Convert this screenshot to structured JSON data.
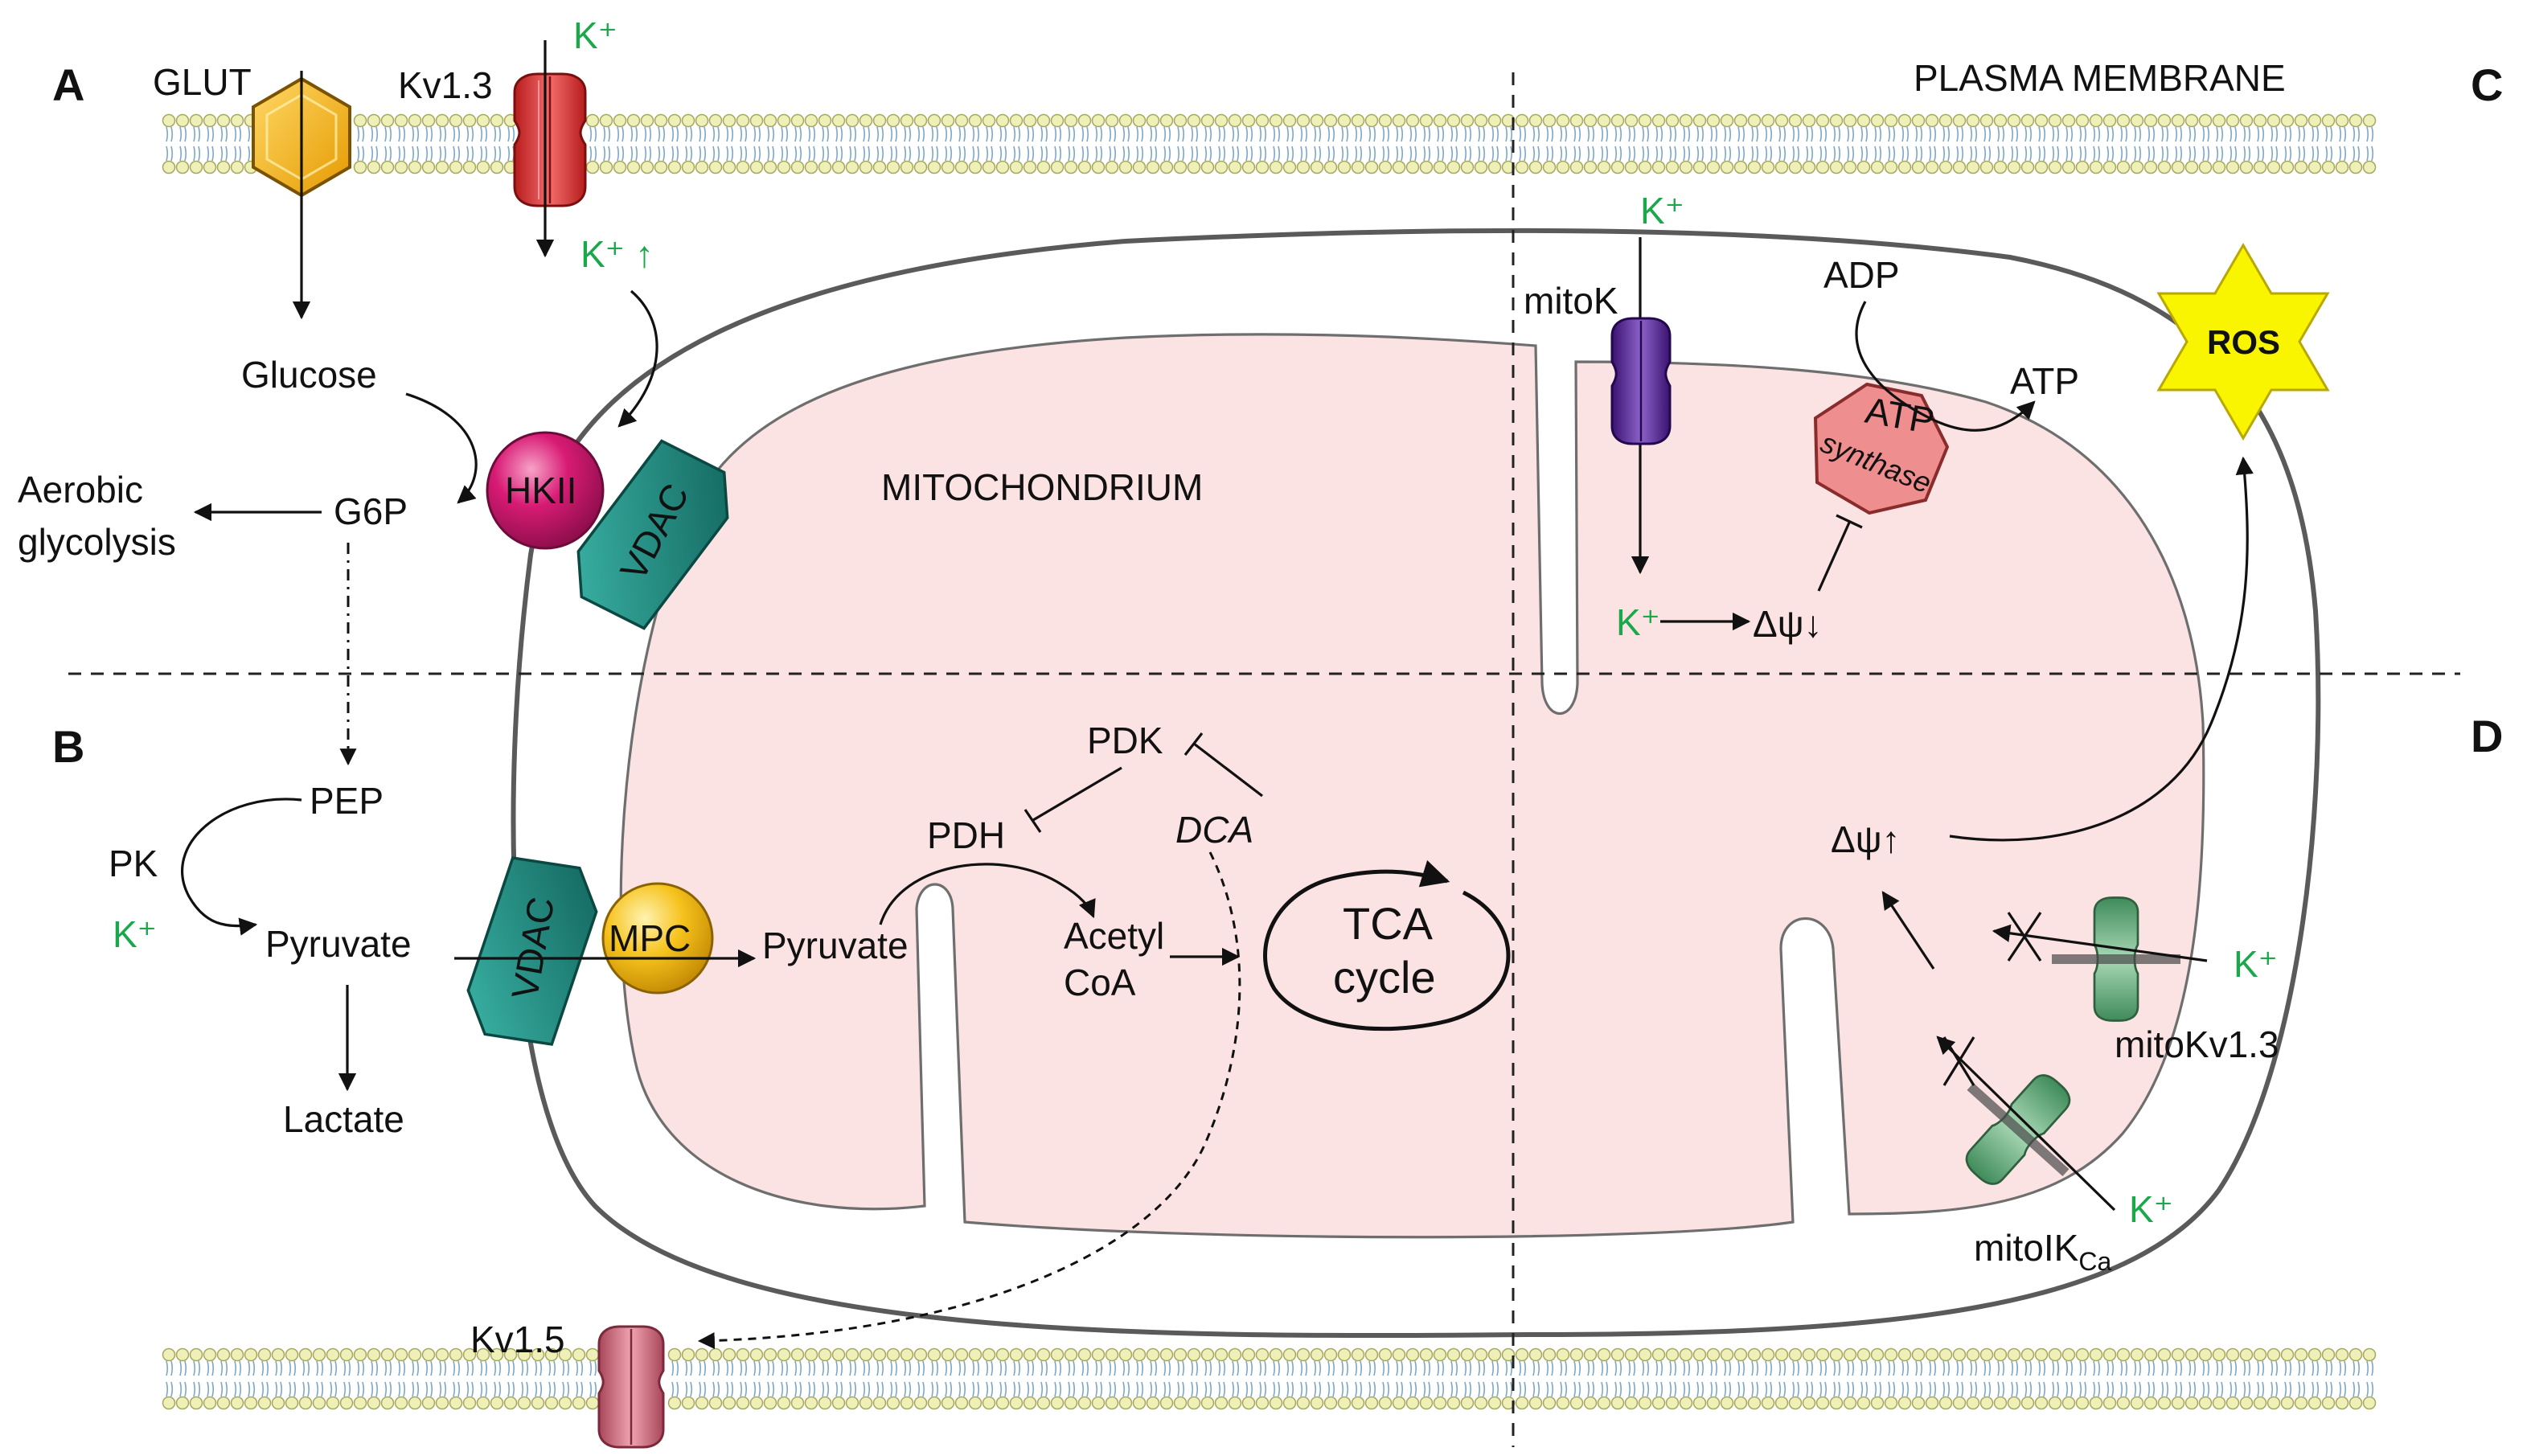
{
  "panels": {
    "a": "A",
    "b": "B",
    "c": "C",
    "d": "D"
  },
  "membrane": {
    "plasma_label": "PLASMA MEMBRANE"
  },
  "mitochondrion_label": "MITOCHONDRIUM",
  "panel_a": {
    "glut": "GLUT",
    "kv13": "Kv1.3",
    "k_out": "K⁺",
    "k_in": "K⁺",
    "k_up_arrow": "↑",
    "glucose": "Glucose",
    "g6p": "G6P",
    "aerobic_line1": "Aerobic",
    "aerobic_line2": "glycolysis",
    "hkii": "HKII",
    "vdac": "VDAC"
  },
  "panel_b": {
    "pep": "PEP",
    "pk": "PK",
    "k": "K⁺",
    "pyruvate_cyto": "Pyruvate",
    "lactate": "Lactate",
    "vdac": "VDAC",
    "mpc": "MPC",
    "pyruvate_mito": "Pyruvate",
    "pdh": "PDH",
    "pdk": "PDK",
    "dca": "DCA",
    "acetyl_line1": "Acetyl",
    "acetyl_line2": "CoA",
    "tca_line1": "TCA",
    "tca_line2": "cycle",
    "kv15": "Kv1.5"
  },
  "panel_c": {
    "k_top": "K⁺",
    "mitok": "mitoK",
    "adp": "ADP",
    "atp": "ATP",
    "atp_synthase_line1": "ATP",
    "atp_synthase_line2": "synthase",
    "k_matrix": "K⁺",
    "dpsi_down": "Δψ↓",
    "ros": "ROS"
  },
  "panel_d": {
    "dpsi_up": "Δψ↑",
    "k1": "K⁺",
    "mitokv13": "mitoKv1.3",
    "k2": "K⁺",
    "mitoikca_main": "mitoIK",
    "mitoikca_sub": "Ca"
  },
  "colors": {
    "membrane_head": "#eef0b8",
    "membrane_head_stroke": "#a7a860",
    "membrane_tail": "#7da7c9",
    "matrix": "#fbe3e3",
    "outer_membrane": "#5a5a5a",
    "glut": "#f4b41a",
    "kv13": "#e53935",
    "hkii": "#d81b75",
    "vdac": "#1f8a7f",
    "mpc": "#f6c21c",
    "atp_synthase": "#ee8e8e",
    "mitok": "#5b2a9a",
    "mitokv13": "#6fae82",
    "kv15": "#d86c7e",
    "ros": "#f9f400",
    "k_green": "#1aa84a"
  }
}
